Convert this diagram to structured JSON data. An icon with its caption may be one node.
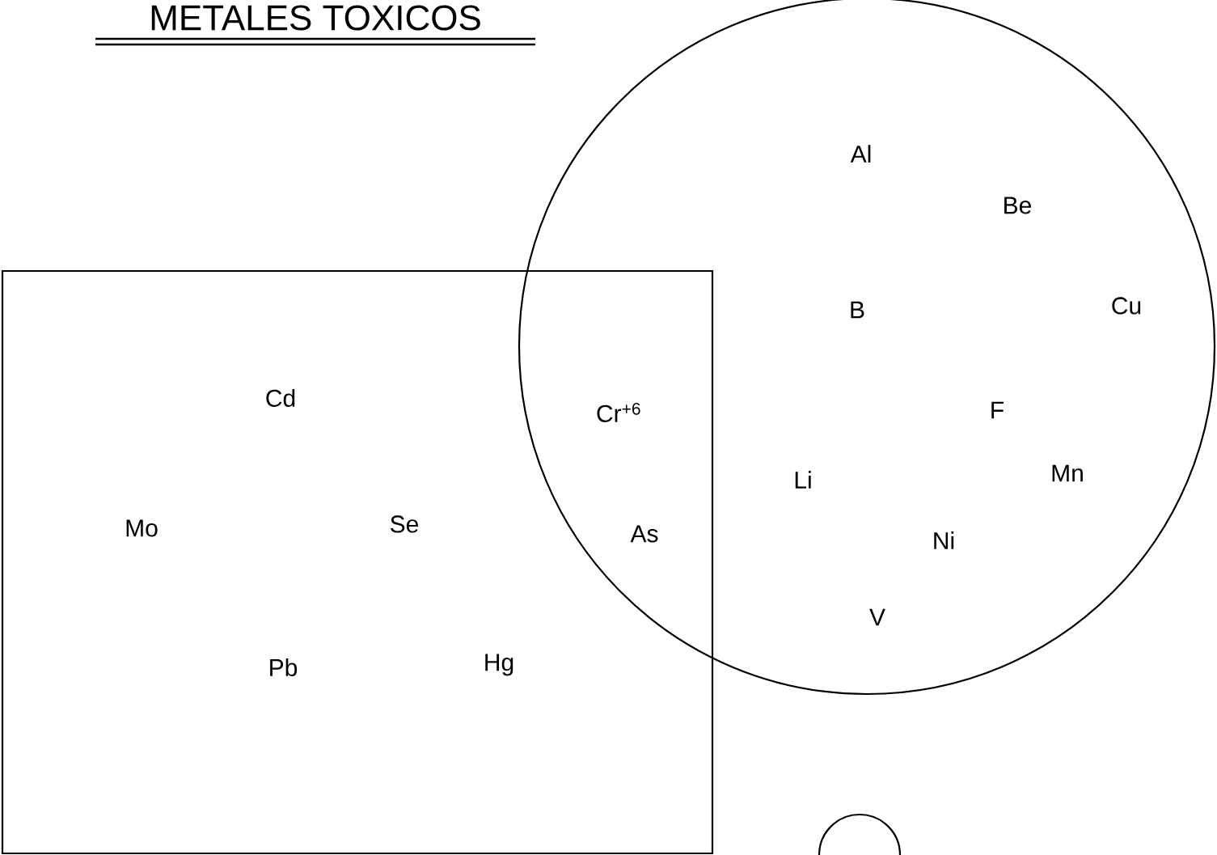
{
  "diagram": {
    "title": "METALES TOXICOS",
    "nodes": [
      {
        "text": [
          "Cd",
          "Mo",
          "Se",
          "Pb",
          "Hg"
        ]
      },
      {
        "text": [
          "Al",
          "Be",
          "B",
          "Cu",
          "F",
          "Li",
          "Mn",
          "Ni",
          "V"
        ]
      }
    ],
    "labels": [
      "Cr$^{+6}$",
      "As"
    ]
  }
}
